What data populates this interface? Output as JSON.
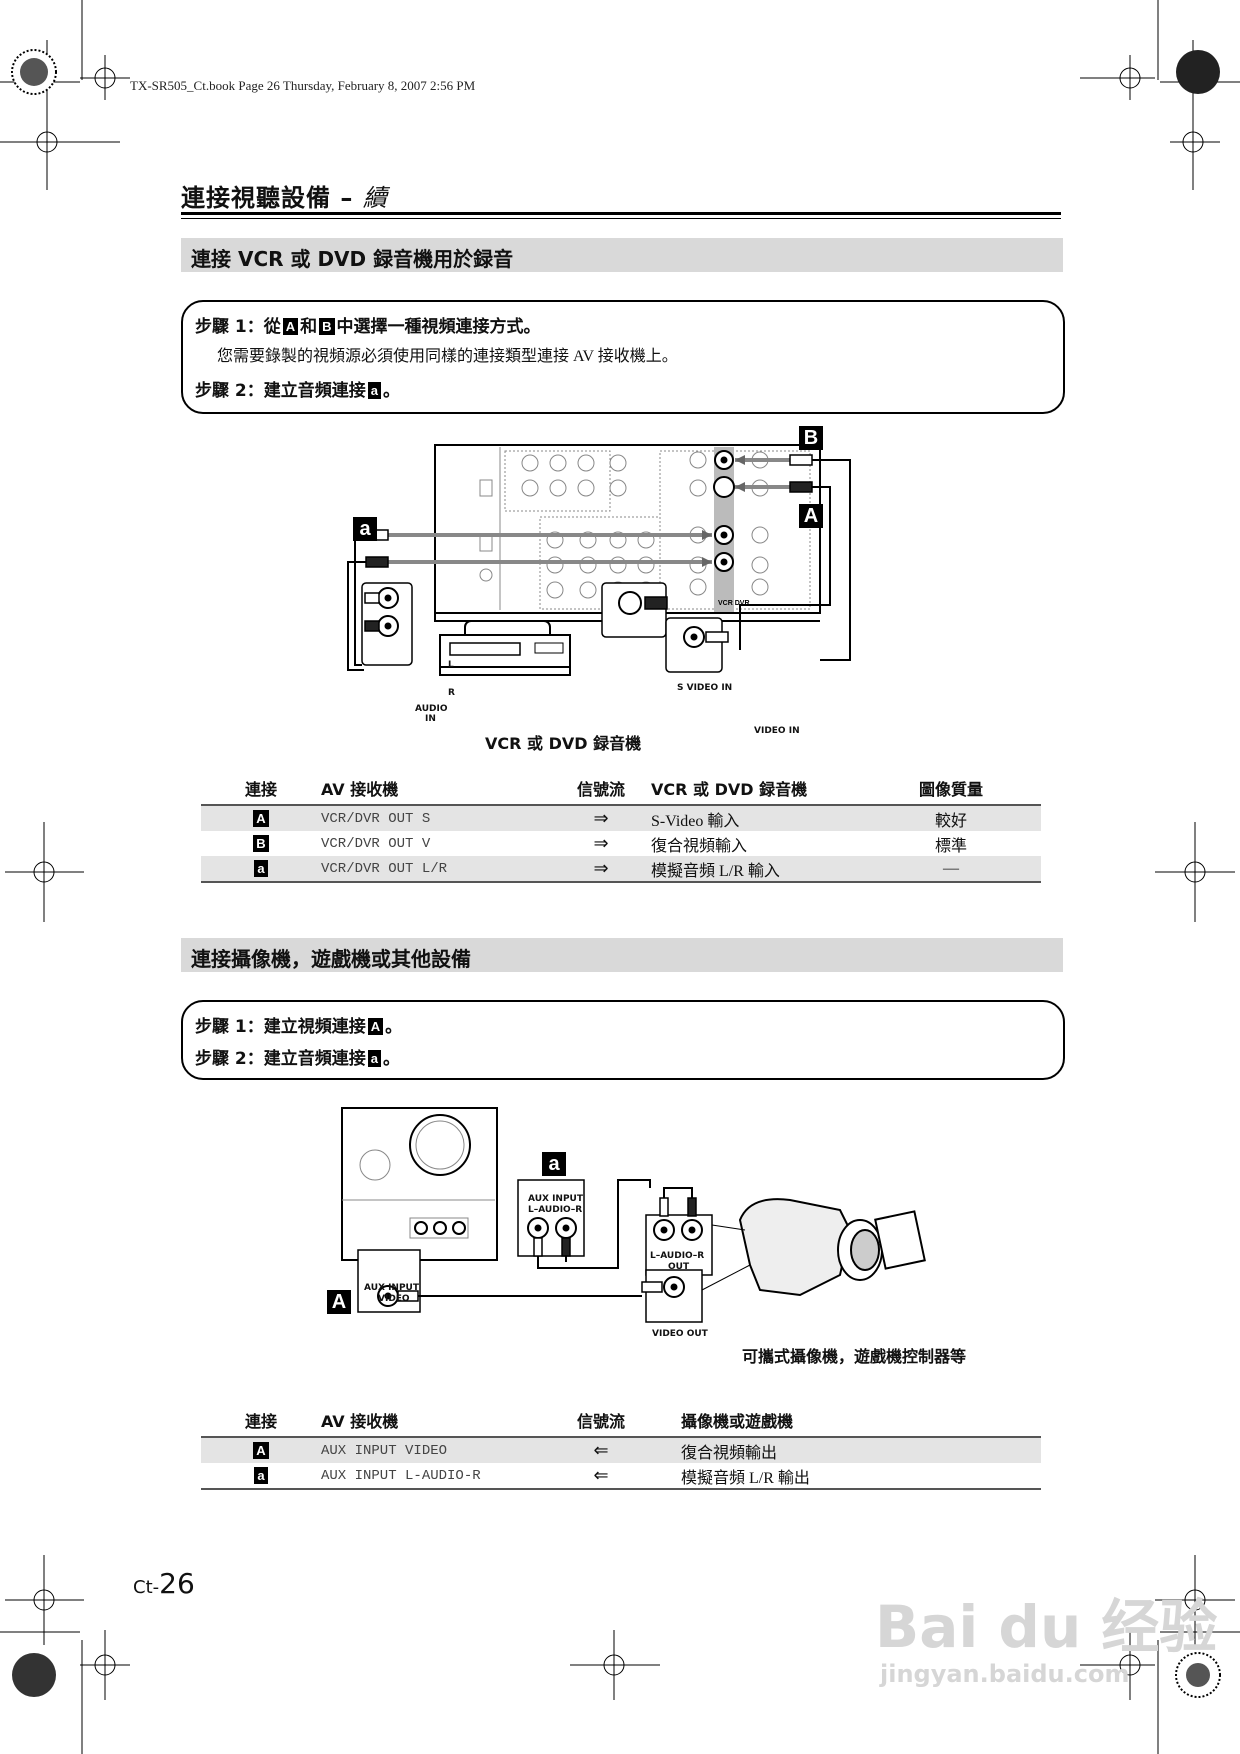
{
  "print_header": "TX-SR505_Ct.book  Page 26  Thursday, February 8, 2007  2:56 PM",
  "page_title": "連接視聽設備 – ",
  "page_title_cont": "續",
  "section1": {
    "title": "連接 VCR 或 DVD 録音機用於録音",
    "step1_prefix": "步驟 1：從",
    "step1_badge_a": "A",
    "step1_mid": "和",
    "step1_badge_b": "B",
    "step1_suffix": "中選擇一種視頻連接方式。",
    "step1_note": "您需要錄製的視頻源必須使用同樣的連接類型連接 AV 接收機上。",
    "step2_prefix": "步驟 2：建立音頻連接",
    "step2_badge": "a",
    "step2_suffix": "。",
    "diagram": {
      "badge_a": "A",
      "badge_b": "B",
      "badge_small_a": "a",
      "device_label": "VCR 或 DVD 録音機",
      "svideo_in": "S VIDEO IN",
      "video_in": "VIDEO IN",
      "audio_in_1": "AUDIO",
      "audio_in_2": "IN",
      "L": "L",
      "R": "R",
      "vcr_dvr": "VCR DVR"
    },
    "table": {
      "headers": [
        "連接",
        "AV 接收機",
        "信號流",
        "VCR 或 DVD 録音機",
        "圖像質量"
      ],
      "rows": [
        {
          "badge": "A",
          "receiver": "VCR/DVR OUT  S",
          "flow": "⇒",
          "device": "S-Video 輸入",
          "quality": "較好"
        },
        {
          "badge": "B",
          "receiver": "VCR/DVR OUT  V",
          "flow": "⇒",
          "device": "復合視頻輸入",
          "quality": "標準"
        },
        {
          "badge": "a",
          "receiver": "VCR/DVR OUT  L/R",
          "flow": "⇒",
          "device": "模擬音頻 L/R 輸入",
          "quality": "—"
        }
      ]
    }
  },
  "section2": {
    "title": "連接攝像機，遊戲機或其他設備",
    "step1_prefix": "步驟 1：建立視頻連接",
    "step1_badge": "A",
    "step1_suffix": "。",
    "step2_prefix": "步驟 2：建立音頻連接",
    "step2_badge": "a",
    "step2_suffix": "。",
    "diagram": {
      "badge_a": "A",
      "badge_small_a": "a",
      "aux_input_1": "AUX INPUT",
      "aux_input_2": "L–AUDIO–R",
      "aux_video_1": "AUX INPUT",
      "aux_video_2": "VIDEO",
      "laudio_out_1": "L–AUDIO–R",
      "laudio_out_2": "OUT",
      "video_out": "VIDEO OUT",
      "device_label": "可攜式攝像機，遊戲機控制器等"
    },
    "table": {
      "headers": [
        "連接",
        "AV 接收機",
        "信號流",
        "攝像機或遊戲機"
      ],
      "rows": [
        {
          "badge": "A",
          "receiver": "AUX  INPUT  VIDEO",
          "flow": "⇐",
          "device": "復合視頻輸出"
        },
        {
          "badge": "a",
          "receiver": "AUX  INPUT  L-AUDIO-R",
          "flow": "⇐",
          "device": "模擬音頻 L/R 輸出"
        }
      ]
    }
  },
  "page_number_prefix": "Ct-",
  "page_number": "26",
  "watermark": "Bai du 经验",
  "watermark_url": "jingyan.baidu.com"
}
